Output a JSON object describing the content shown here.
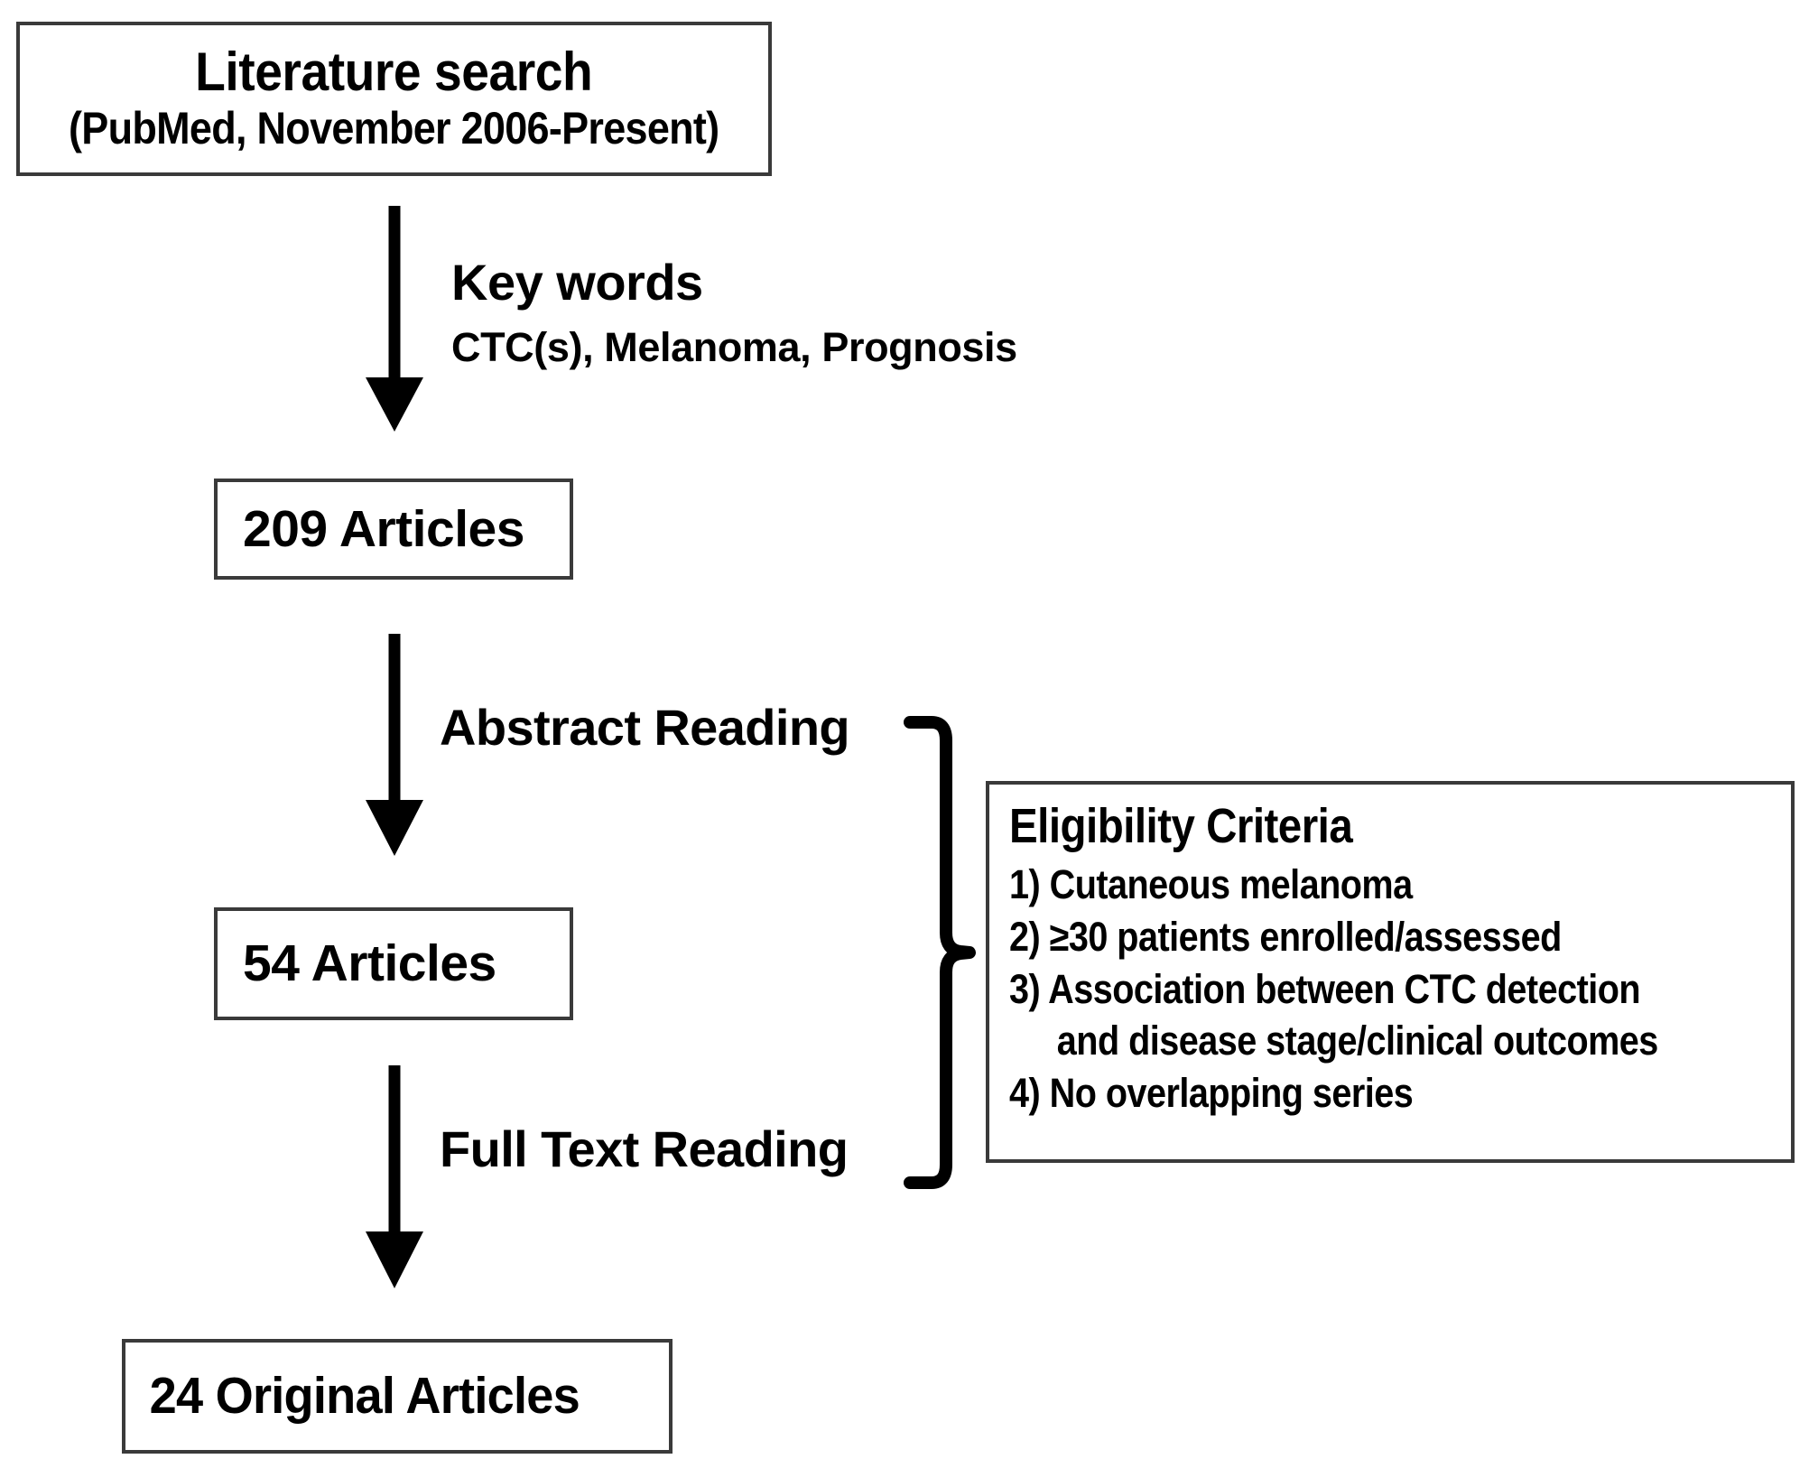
{
  "diagram": {
    "title": "Literature search and article selection flowchart",
    "colors": {
      "stroke": "#3a3a3a",
      "arrow": "#000000",
      "text": "#000000",
      "background": "#ffffff"
    },
    "nodes": {
      "search": {
        "line1": "Literature search",
        "line2": "(PubMed, November 2006-Present)"
      },
      "articles_209": {
        "label": "209 Articles"
      },
      "articles_54": {
        "label": "54 Articles"
      },
      "articles_final": {
        "label": "24 Original Articles"
      }
    },
    "edges": {
      "keywords": {
        "heading": "Key words",
        "detail": "CTC(s), Melanoma, Prognosis"
      },
      "abstract": {
        "label": "Abstract Reading"
      },
      "fulltext": {
        "label": "Full Text Reading"
      }
    },
    "criteria": {
      "title": "Eligibility Criteria",
      "items": [
        "1) Cutaneous melanoma",
        "2) ≥30 patients enrolled/assessed",
        "3) Association between CTC detection",
        "and disease stage/clinical outcomes",
        "4) No overlapping series"
      ]
    }
  },
  "chart_data": {
    "type": "flowchart",
    "title": "PRISMA-style study selection flow",
    "nodes": [
      {
        "id": "search",
        "label": "Literature search (PubMed, November 2006-Present)",
        "count": null
      },
      {
        "id": "n209",
        "label": "209 Articles",
        "count": 209
      },
      {
        "id": "n54",
        "label": "54 Articles",
        "count": 54
      },
      {
        "id": "n24",
        "label": "24 Original Articles",
        "count": 24
      }
    ],
    "edges": [
      {
        "from": "search",
        "to": "n209",
        "label": "Key words: CTC(s), Melanoma, Prognosis"
      },
      {
        "from": "n209",
        "to": "n54",
        "label": "Abstract Reading"
      },
      {
        "from": "n54",
        "to": "n24",
        "label": "Full Text Reading"
      }
    ],
    "annotations": [
      {
        "label": "Eligibility Criteria",
        "applies_to": [
          "Abstract Reading",
          "Full Text Reading"
        ],
        "items": [
          "Cutaneous melanoma",
          "≥30 patients enrolled/assessed",
          "Association between CTC detection and disease stage/clinical outcomes",
          "No overlapping series"
        ]
      }
    ]
  }
}
